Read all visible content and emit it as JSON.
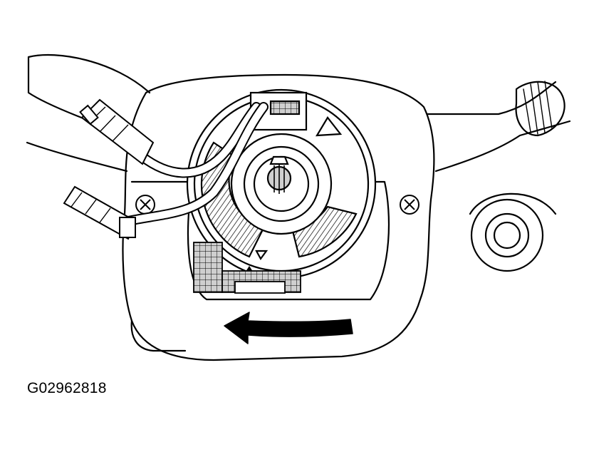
{
  "figure": {
    "id_label": "G02962818"
  },
  "colors": {
    "line": "#000000",
    "paper": "#ffffff",
    "shade": "#9a9a9a",
    "dark_shade": "#555555"
  },
  "parts": {
    "connector": "wire-harness-connector",
    "screw": "screw-head",
    "spring": "clockspring-reel",
    "arrow": "rotation-direction-arrow"
  }
}
